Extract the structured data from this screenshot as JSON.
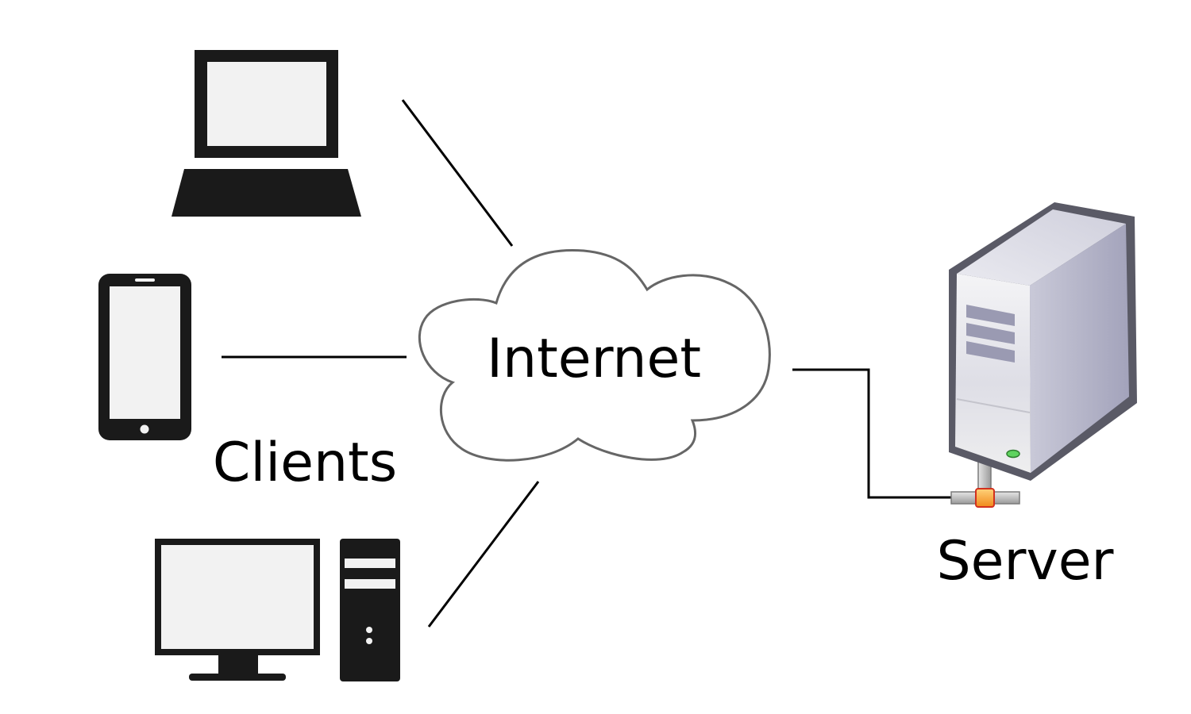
{
  "labels": {
    "clients": "Clients",
    "internet": "Internet",
    "server": "Server"
  },
  "icons": {
    "laptop": "laptop-icon",
    "smartphone": "smartphone-icon",
    "desktop": "desktop-computer-icon",
    "cloud": "cloud-icon",
    "server": "server-tower-icon"
  },
  "colors": {
    "device_fill": "#1a1a1a",
    "screen_fill": "#f2f2f2",
    "cloud_stroke": "#666666",
    "connector_orange": "#f5a623"
  }
}
